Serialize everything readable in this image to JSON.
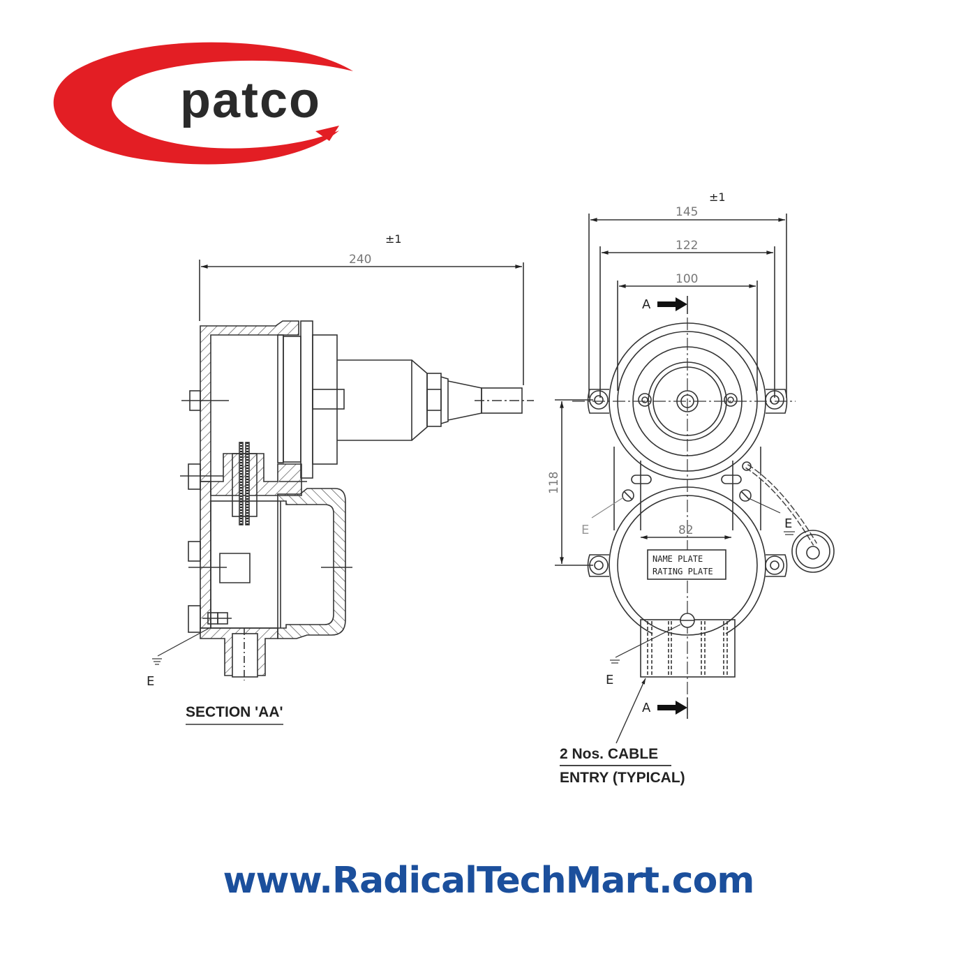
{
  "brand": {
    "logo_text": "patco",
    "swoosh_color": "#e31e24",
    "text_color": "#2a2a2a"
  },
  "drawing": {
    "section_view": {
      "title": "SECTION 'AA'",
      "overall_length": "240",
      "tolerance": "±1",
      "earth_label": "E"
    },
    "front_view": {
      "tolerance": "±1",
      "dims": {
        "width_overall": "145",
        "width_mounting": "122",
        "width_body": "100",
        "height_mounting": "118",
        "width_plate": "82"
      },
      "section_marker_top": "A",
      "section_marker_bottom": "A",
      "earth_labels": [
        "E",
        "E",
        "E"
      ],
      "plate_line1": "NAME PLATE",
      "plate_line2": "RATING PLATE",
      "cable_entry_line1": "2 Nos. CABLE",
      "cable_entry_line2": "ENTRY (TYPICAL)"
    }
  },
  "footer": {
    "website": "www.RadicalTechMart.com",
    "color": "#1b4f9c"
  }
}
